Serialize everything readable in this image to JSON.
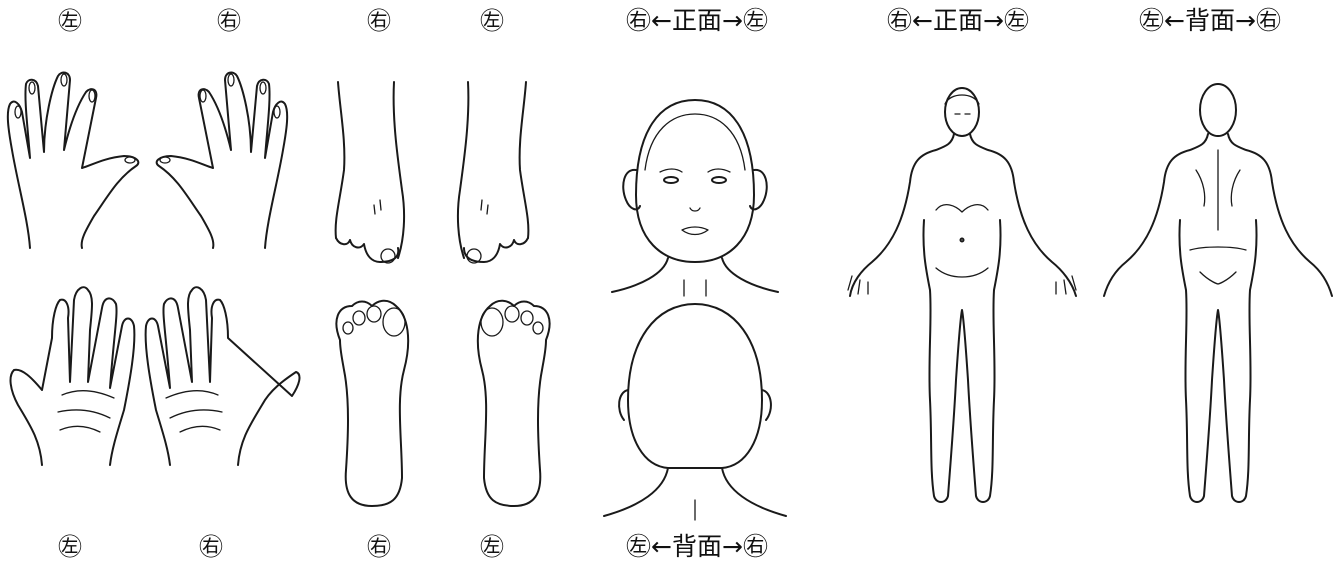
{
  "labels": {
    "hand_back_left": "㊧",
    "hand_back_right": "㊨",
    "foot_top_right": "㊨",
    "foot_top_left": "㊧",
    "head_front": "㊨←正面→㊧",
    "body_front": "㊨←正面→㊧",
    "body_back": "㊧←背面→㊨",
    "palm_left": "㊧",
    "palm_right": "㊨",
    "sole_right": "㊨",
    "sole_left": "㊧",
    "head_back": "㊧←背面→㊨"
  },
  "colors": {
    "line": "#1a1a1a",
    "background": "#ffffff"
  }
}
